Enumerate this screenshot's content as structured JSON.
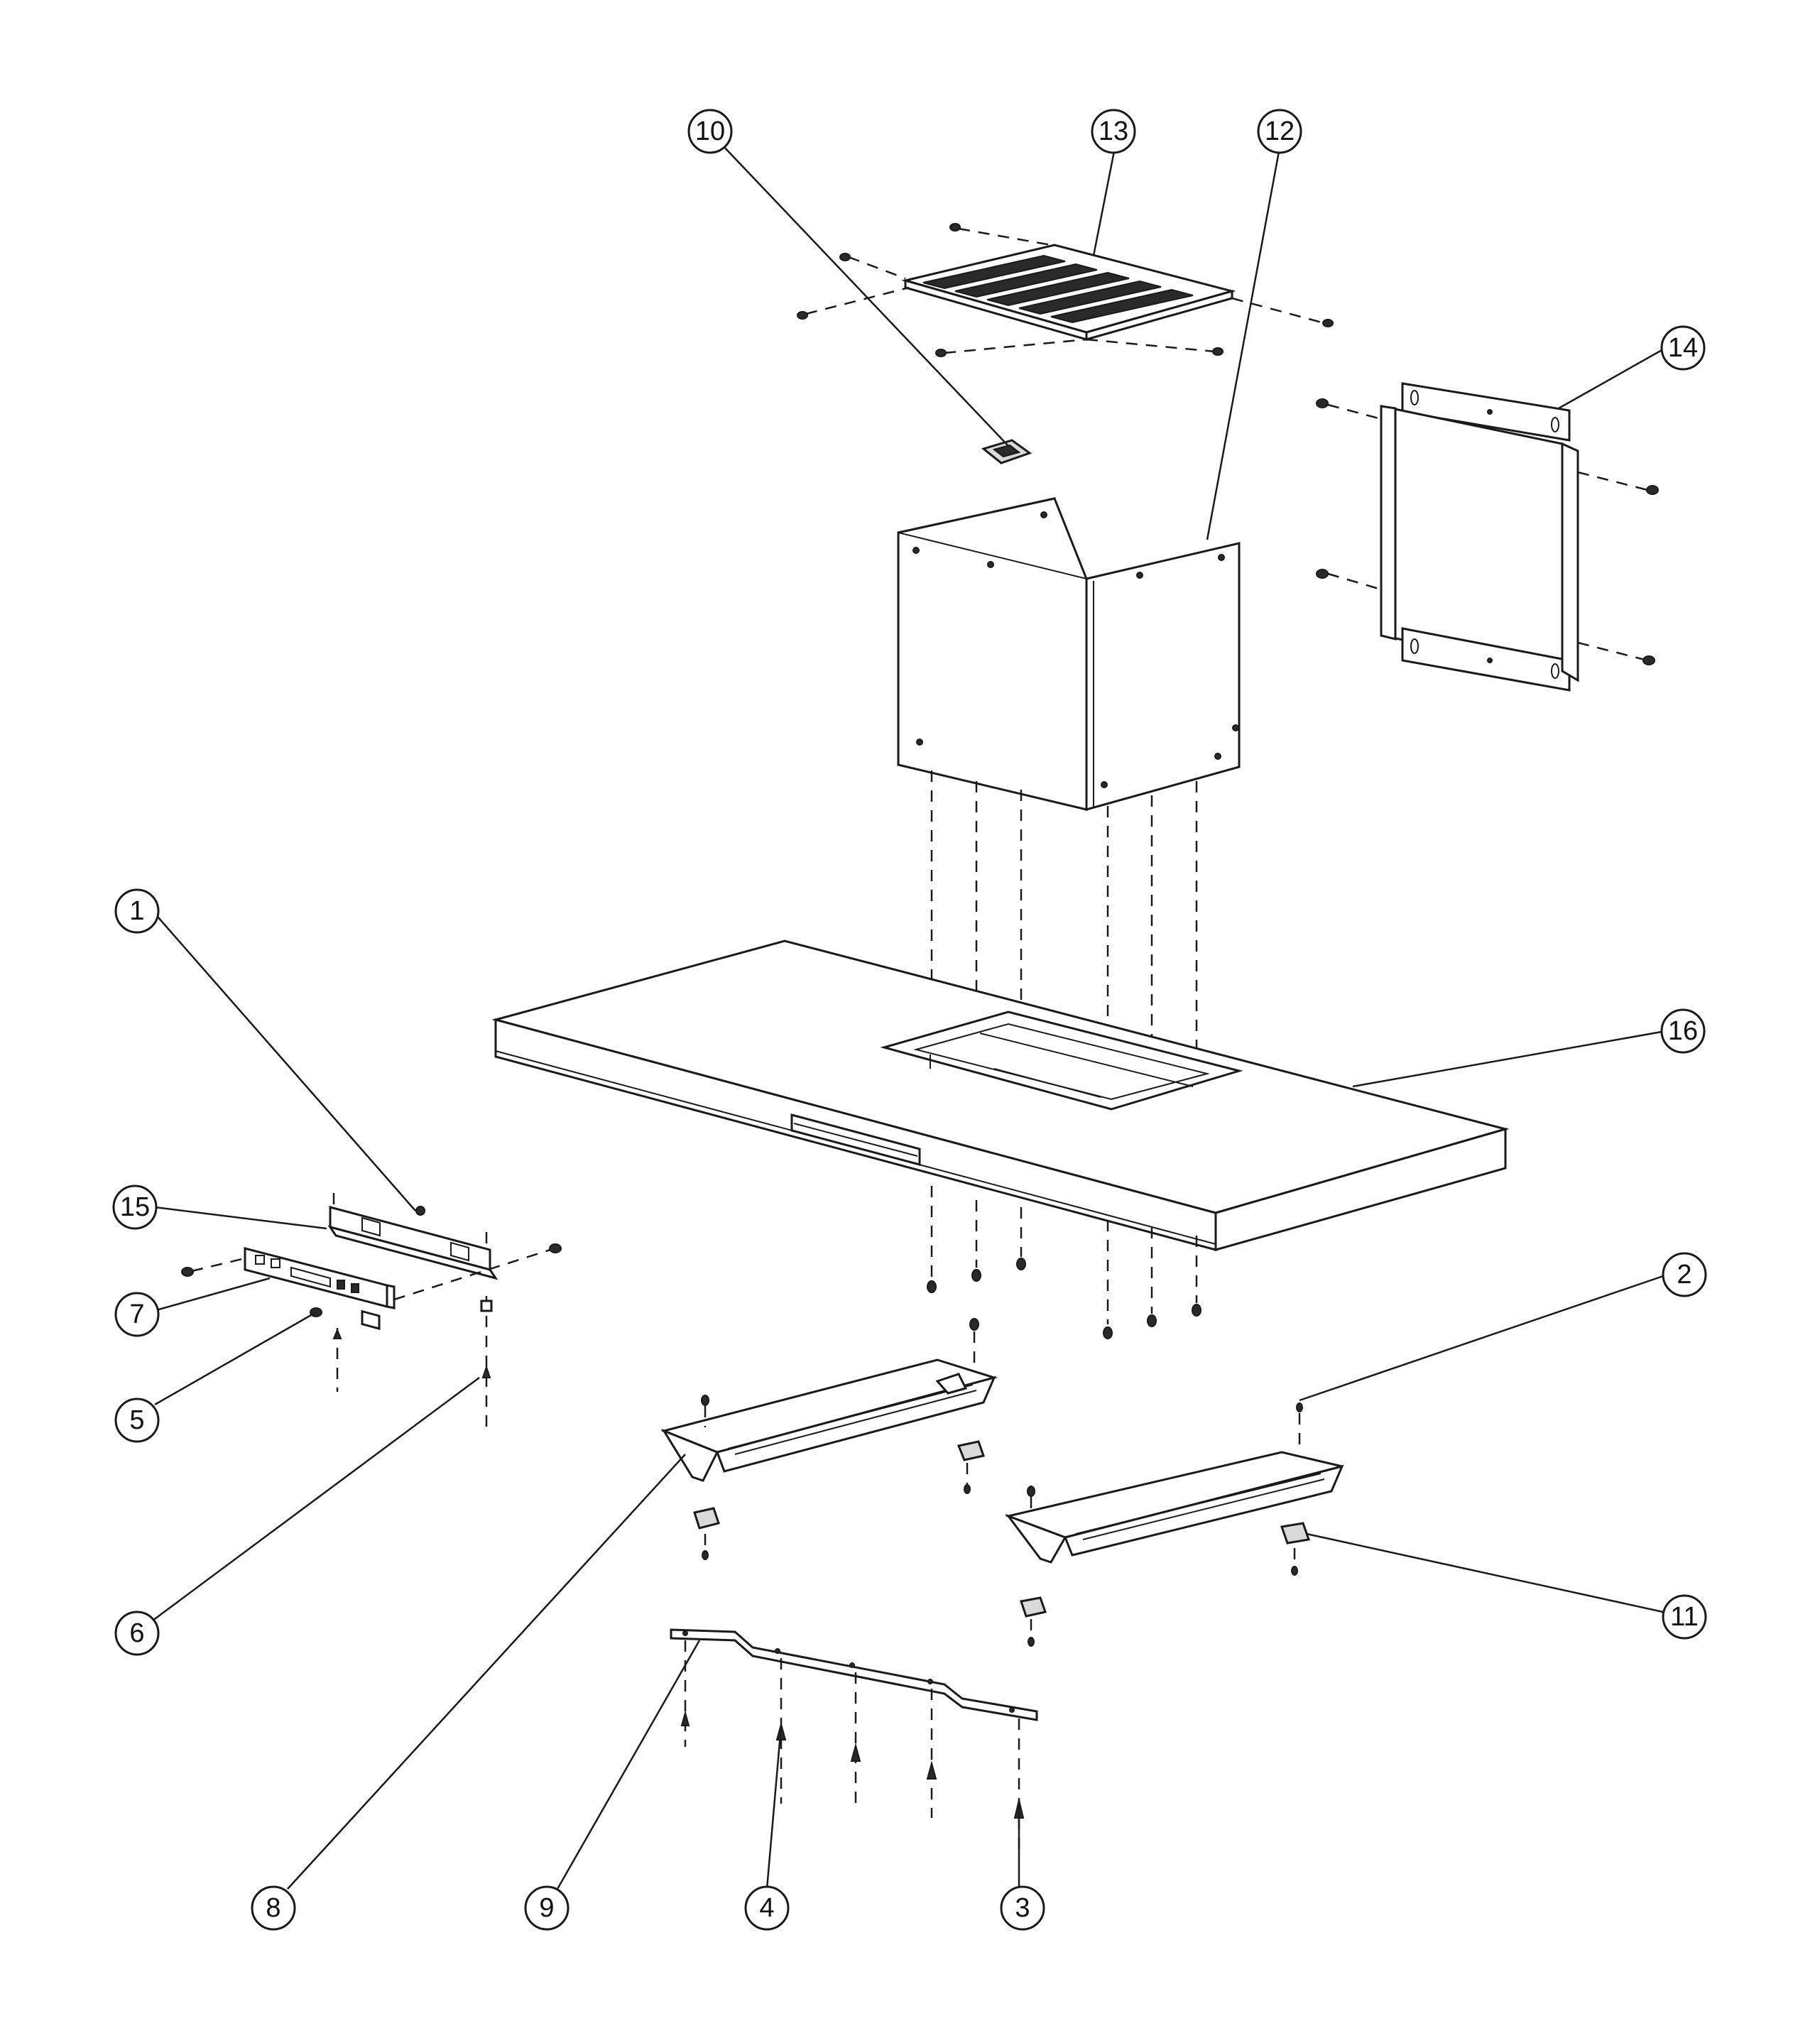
{
  "diagram": {
    "type": "exploded-parts-view",
    "callouts": [
      {
        "id": "c1",
        "label": "1"
      },
      {
        "id": "c2",
        "label": "2"
      },
      {
        "id": "c3",
        "label": "3"
      },
      {
        "id": "c4",
        "label": "4"
      },
      {
        "id": "c5",
        "label": "5"
      },
      {
        "id": "c6",
        "label": "6"
      },
      {
        "id": "c7",
        "label": "7"
      },
      {
        "id": "c8",
        "label": "8"
      },
      {
        "id": "c9",
        "label": "9"
      },
      {
        "id": "c10",
        "label": "10"
      },
      {
        "id": "c11",
        "label": "11"
      },
      {
        "id": "c12",
        "label": "12"
      },
      {
        "id": "c13",
        "label": "13"
      },
      {
        "id": "c14",
        "label": "14"
      },
      {
        "id": "c15",
        "label": "15"
      },
      {
        "id": "c16",
        "label": "16"
      }
    ]
  }
}
